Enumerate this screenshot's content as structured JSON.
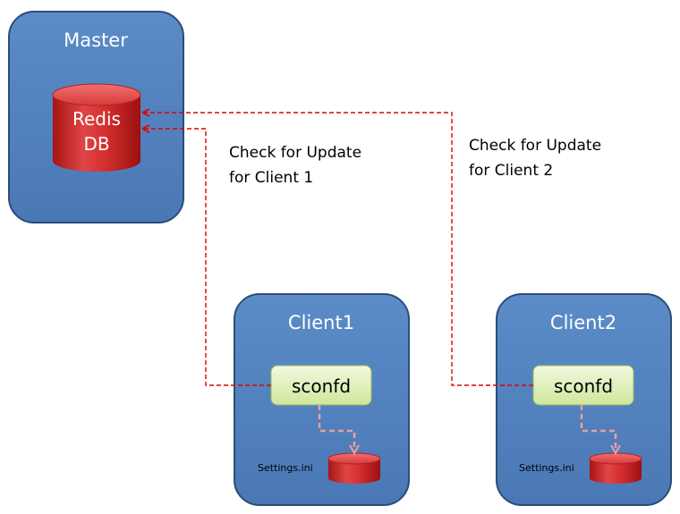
{
  "master": {
    "title": "Master",
    "db_line1": "Redis",
    "db_line2": "DB"
  },
  "client1": {
    "title": "Client1",
    "process": "sconfd",
    "file": "Settings.ini"
  },
  "client2": {
    "title": "Client2",
    "process": "sconfd",
    "file": "Settings.ini"
  },
  "edges": {
    "client1": {
      "line1": "Check for Update",
      "line2": "for Client 1"
    },
    "client2": {
      "line1": "Check for Update",
      "line2": "for Client 2"
    }
  },
  "colors": {
    "node_fill": "#4f81bd",
    "node_border": "#1f3a5f",
    "process_fill": "#e4f2c4",
    "db_fill": "#d42f2f",
    "arrow_red": "#e00000",
    "arrow_pink": "#e8a0a0"
  }
}
